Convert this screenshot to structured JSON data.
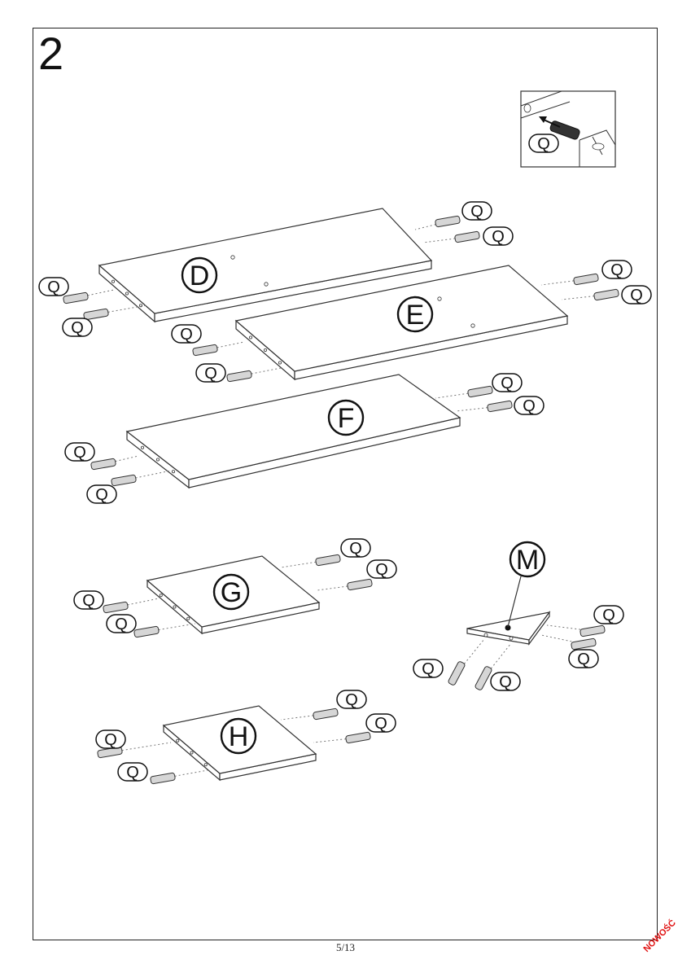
{
  "step": "2",
  "page": "5/13",
  "stamp": "NOWOŚĆ",
  "dowel_label": "Q",
  "parts": [
    {
      "id": "board-d",
      "label": "D"
    },
    {
      "id": "board-e",
      "label": "E"
    },
    {
      "id": "board-f",
      "label": "F"
    },
    {
      "id": "board-g",
      "label": "G"
    },
    {
      "id": "board-h",
      "label": "H"
    },
    {
      "id": "bracket-m",
      "label": "M"
    }
  ],
  "colors": {
    "line": "#333333",
    "stamp": "#e01010",
    "dowel": "#d6d6d6"
  }
}
